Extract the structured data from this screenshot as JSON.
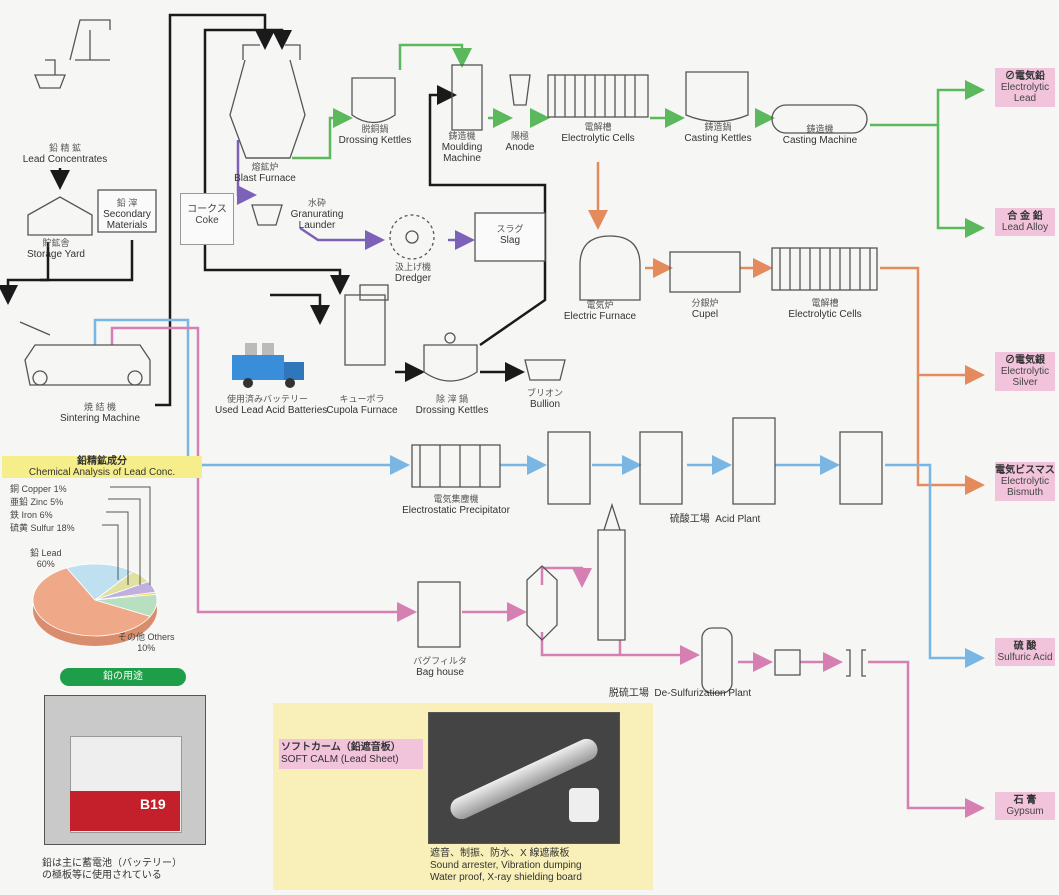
{
  "nodes": {
    "lead_conc": {
      "jp": "鉛 精 鉱",
      "en": "Lead Concentrates"
    },
    "storage": {
      "jp": "貯鉱舎",
      "en": "Storage Yard"
    },
    "secondary": {
      "jp": "鉛 滓",
      "en1": "Secondary",
      "en2": "Materials"
    },
    "sintering": {
      "jp": "焼 結 機",
      "en": "Sintering Machine"
    },
    "coke": {
      "jp": "コークス",
      "en": "Coke"
    },
    "blast": {
      "jp": "熔鉱炉",
      "en": "Blast Furnace"
    },
    "granulating": {
      "jp": "水砕",
      "en1": "Granurating",
      "en2": "Launder"
    },
    "dredger": {
      "jp": "汲上げ機",
      "en": "Dredger"
    },
    "slag": {
      "jp": "スラグ",
      "en": "Slag"
    },
    "drossing1": {
      "jp": "脱銅鍋",
      "en": "Drossing Kettles"
    },
    "moulding": {
      "jp": "鋳造機",
      "en1": "Moulding",
      "en2": "Machine"
    },
    "anode": {
      "jp": "陽極",
      "en": "Anode"
    },
    "cells1": {
      "jp": "電解槽",
      "en": "Electrolytic Cells"
    },
    "casting_k": {
      "jp": "鋳造鍋",
      "en": "Casting Kettles"
    },
    "casting_m": {
      "jp": "鋳造機",
      "en": "Casting Machine"
    },
    "electric_f": {
      "jp": "電気炉",
      "en": "Electric Furnace"
    },
    "cupel": {
      "jp": "分銀炉",
      "en": "Cupel"
    },
    "cells2": {
      "jp": "電解槽",
      "en": "Electrolytic Cells"
    },
    "batteries": {
      "jp": "使用済みバッテリー",
      "en": "Used Lead Acid Batteries"
    },
    "cupola": {
      "jp": "キューポラ",
      "en": "Cupola Furnace"
    },
    "drossing2": {
      "jp": "除 滓 鍋",
      "en": "Drossing Kettles"
    },
    "bullion": {
      "jp": "ブリオン",
      "en": "Bullion"
    },
    "precip": {
      "jp": "電気集塵機",
      "en": "Electrostatic Precipitator"
    },
    "acid_plant": {
      "jp": "硫酸工場",
      "en": "Acid Plant"
    },
    "bag": {
      "jp": "バグフィルタ",
      "en": "Bag house"
    },
    "desulf": {
      "jp": "脱硫工場",
      "en": "De-Sulfurization Plant"
    }
  },
  "products": [
    {
      "jp": "⊘電気鉛",
      "en1": "Electrolytic",
      "en2": "Lead"
    },
    {
      "jp": "合 金 鉛",
      "en1": "Lead Alloy",
      "en2": ""
    },
    {
      "jp": "⊘電気銀",
      "en1": "Electrolytic",
      "en2": "Silver"
    },
    {
      "jp": "電気ビスマス",
      "en1": "Electrolytic",
      "en2": "Bismuth"
    },
    {
      "jp": "硫 酸",
      "en1": "Sulfuric Acid",
      "en2": ""
    },
    {
      "jp": "石 膏",
      "en1": "Gypsum",
      "en2": ""
    }
  ],
  "analysis": {
    "title_jp": "鉛精鉱成分",
    "title_en": "Chemical Analysis of Lead Conc.",
    "rows": [
      {
        "jp": "銅",
        "en": "Copper",
        "val": "1%"
      },
      {
        "jp": "亜鉛",
        "en": "Zinc",
        "val": "5%"
      },
      {
        "jp": "鉄",
        "en": "Iron",
        "val": "6%"
      },
      {
        "jp": "硫黄",
        "en": "Sulfur",
        "val": "18%"
      }
    ],
    "lead_jp": "鉛 Lead",
    "lead_val": "60%",
    "others": "その他 Others",
    "others_val": "10%"
  },
  "uses": {
    "pill": "鉛の用途",
    "battery_label": "B19",
    "caption1": "鉛は主に蓄電池（バッテリー）",
    "caption2": "の極板等に使用されている",
    "soft_jp": "ソフトカーム（鉛遮音板）",
    "soft_en": "SOFT CALM (Lead Sheet)",
    "soft_cap1": "遮音、制振、防水、X 線遮蔽板",
    "soft_cap2": "Sound arrester, Vibration dumping",
    "soft_cap3": "Water proof, X-ray shielding board"
  },
  "colors": {
    "black": "#1a1a1a",
    "green": "#5cb85c",
    "purple": "#7b62b8",
    "orange": "#e58a5c",
    "blue": "#79b6e3",
    "pink": "#d67fb3"
  },
  "chart_data": {
    "type": "pie",
    "title": "Chemical Analysis of Lead Conc.",
    "categories": [
      "Lead",
      "Sulfur",
      "Iron",
      "Zinc",
      "Copper",
      "Others"
    ],
    "values": [
      60,
      18,
      6,
      5,
      1,
      10
    ],
    "colors": [
      "#f0a988",
      "#bfe0f0",
      "#e0e0a0",
      "#c0b0e0",
      "#f8d060",
      "#b8e0c0"
    ]
  }
}
